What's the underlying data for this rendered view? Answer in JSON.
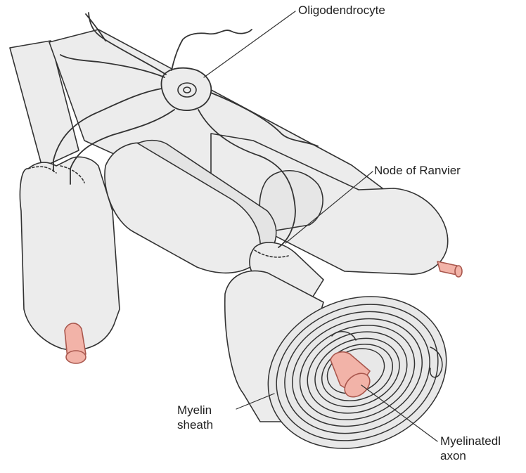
{
  "labels": {
    "oligodendrocyte": "Oligodendrocyte",
    "node_of_ranvier": "Node of Ranvier",
    "myelin_sheath_line1": "Myelin",
    "myelin_sheath_line2": "sheath",
    "myelinated_axon_line1": "Myelinatedl",
    "myelinated_axon_line2": "axon"
  },
  "colors": {
    "sheath_fill": "#ececec",
    "outline": "#333333",
    "axon_fill": "#f2b3a8",
    "axon_stroke": "#a9574d",
    "background": "#ffffff"
  }
}
